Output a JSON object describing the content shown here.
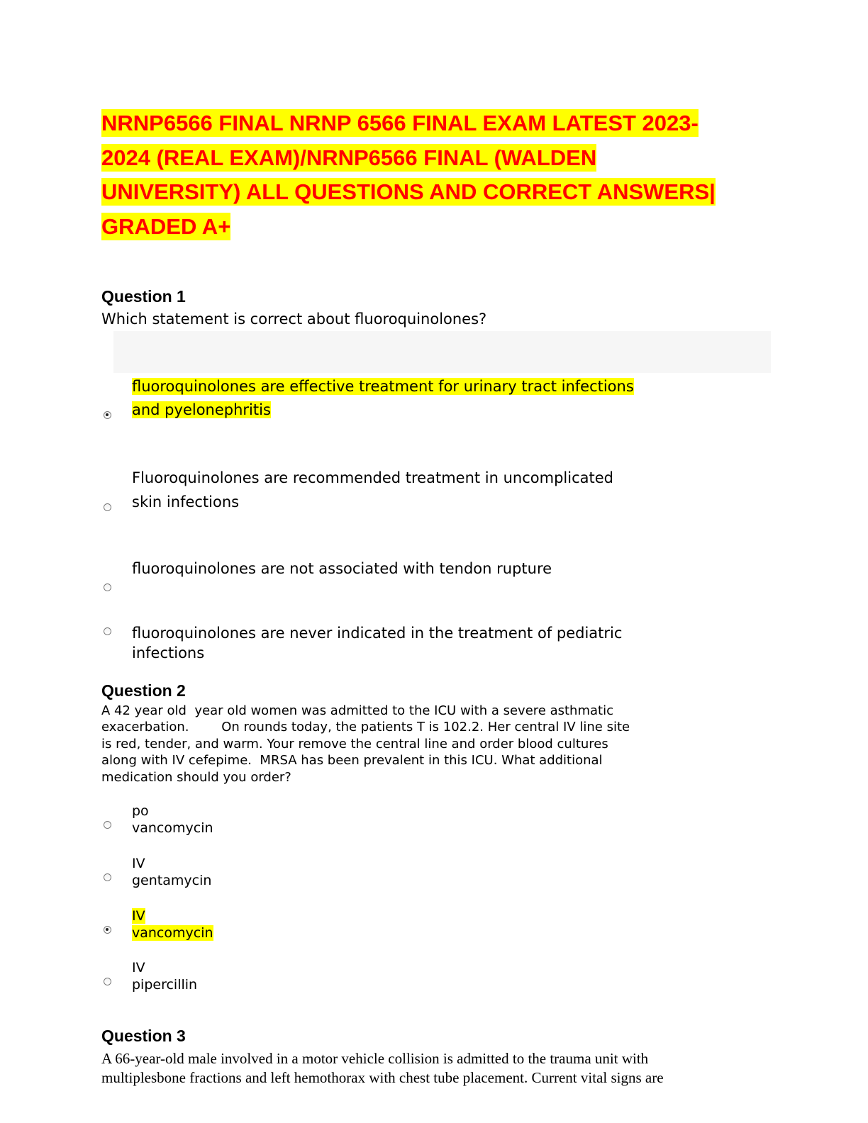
{
  "title": {
    "lines": [
      "NRNP6566 FINAL NRNP 6566 FINAL EXAM LATEST 2023-",
      "2024 (REAL EXAM)/NRNP6566 FINAL (WALDEN",
      "UNIVERSITY) ALL QUESTIONS AND CORRECT ANSWERS|",
      "GRADED A+"
    ]
  },
  "q1": {
    "heading": "Question 1",
    "prompt": "Which statement is correct about fluoroquinolones?",
    "options": [
      {
        "line1": "fluoroquinolones are effective treatment for urinary tract infections",
        "line2": "and pyelonephritis"
      },
      {
        "line1": "Fluoroquinolones are recommended treatment in uncomplicated",
        "line2": "skin infections"
      },
      {
        "line1": "fluoroquinolones are not associated with tendon rupture"
      },
      {
        "line1": "fluoroquinolones are never indicated in the treatment of pediatric",
        "line2": "infections"
      }
    ]
  },
  "q2": {
    "heading": "Question 2",
    "prompt_lines": [
      "A 42 year old  year old women was admitted to the ICU with a severe asthmatic",
      "exacerbation.        On rounds today, the patients T is 102.2. Her central IV line site",
      "is red, tender, and warm. Your remove the central line and order blood cultures",
      "along with IV cefepime.  MRSA has been prevalent in this ICU. What additional",
      "medication should you order?"
    ],
    "options": [
      {
        "line1": "po",
        "line2": "vancomycin"
      },
      {
        "line1": "IV",
        "line2": "gentamycin"
      },
      {
        "line1": "IV",
        "line2": "vancomycin"
      },
      {
        "line1": "IV",
        "line2": "pipercillin"
      }
    ]
  },
  "q3": {
    "heading": "Question 3",
    "prompt_lines": [
      "A 66-year-old male involved in a motor vehicle collision is admitted to the trauma unit with",
      "multiplesbone fractions and left hemothorax with chest tube placement.  Current vital signs are"
    ]
  }
}
